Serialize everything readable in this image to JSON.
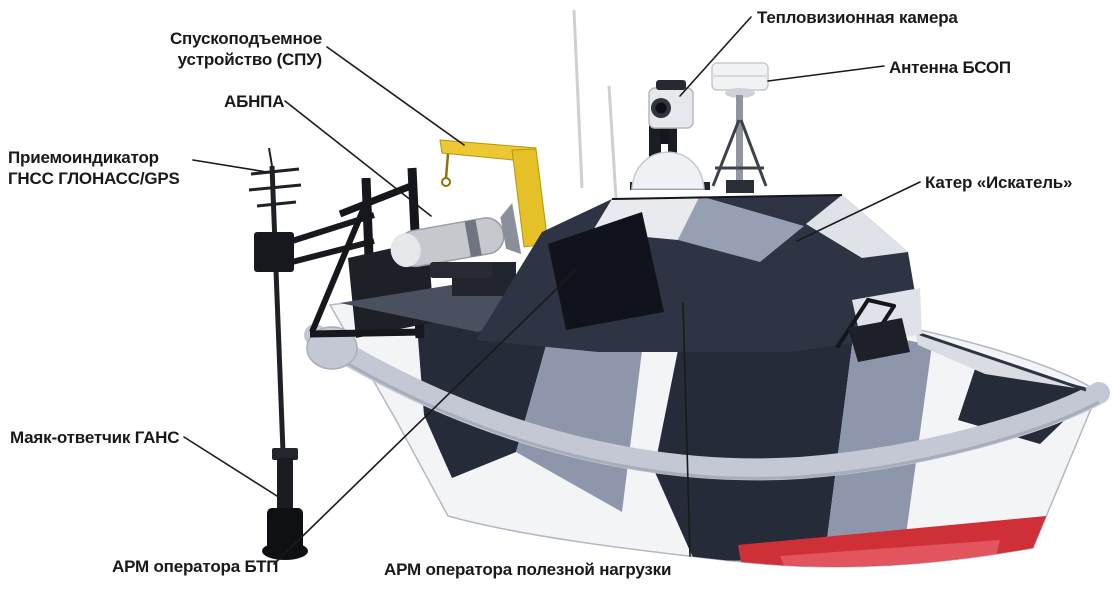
{
  "labels": {
    "thermal_camera": "Тепловизионная камера",
    "antenna_bsop": "Антенна БСОП",
    "spu": {
      "lines": [
        "Спускоподъемное",
        "устройство (СПУ)"
      ]
    },
    "abnpa": "АБНПА",
    "gnss": {
      "lines": [
        "Приемоиндикатор",
        "ГНСС ГЛОНАСС/GPS"
      ]
    },
    "boat": "Катер «Искатель»",
    "gans_beacon": "Маяк-ответчик ГАНС",
    "arm_btp": "АРМ оператора БТП",
    "arm_payload": "АРМ оператора полезной нагрузки"
  },
  "colors": {
    "background": "#ffffff",
    "label_text": "#191919",
    "leader_line": "#1a1a1a",
    "camo_dark_navy": "#262b3a",
    "camo_blue_gray": "#8d96aa",
    "camo_white": "#f3f4f6",
    "collar_gray": "#c4c8d4",
    "hull_bottom_red": "#cf3038",
    "crane_yellow": "#ecc832"
  }
}
